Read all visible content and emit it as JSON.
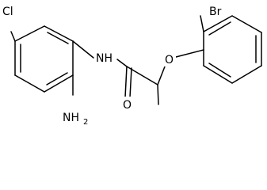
{
  "labels": {
    "chlorine": "Cl",
    "bromine": "Br",
    "amide_nh": "NH",
    "oxygen_ether": "O",
    "oxygen_carbonyl": "O",
    "amino_n": "NH",
    "amino_sub": "2"
  },
  "colors": {
    "bond": "#000000",
    "label": "#000000",
    "background": "#ffffff"
  }
}
